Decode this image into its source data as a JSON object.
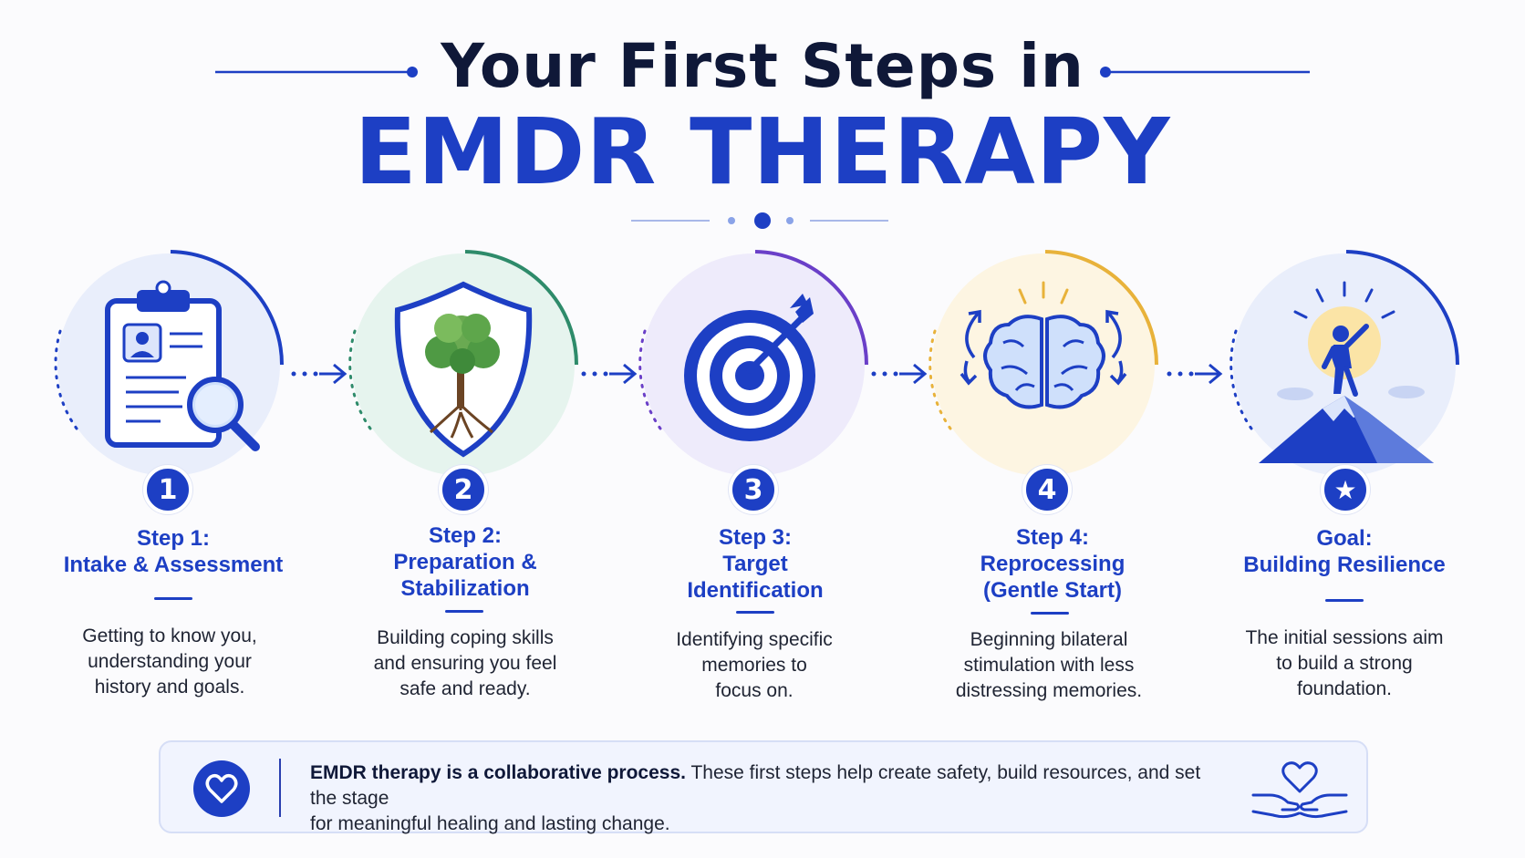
{
  "header": {
    "title_line1": "Your First Steps in",
    "title_line2": "EMDR THERAPY"
  },
  "colors": {
    "primary_blue": "#1d3fc4",
    "dark_navy": "#0f1838",
    "green_accent": "#2e8b6a",
    "purple_accent": "#6a3fc8",
    "yellow_accent": "#e8b23a"
  },
  "steps": [
    {
      "number": "1",
      "title_lines": [
        "Step 1:",
        "Intake & Assessment"
      ],
      "desc_lines": [
        "Getting to know you,",
        "understanding your",
        "history and goals."
      ],
      "icon": "clipboard-magnifier-icon"
    },
    {
      "number": "2",
      "title_lines": [
        "Step 2:",
        "Preparation &",
        "Stabilization"
      ],
      "desc_lines": [
        "Building coping skills",
        "and ensuring you feel",
        "safe and ready."
      ],
      "icon": "shield-tree-icon"
    },
    {
      "number": "3",
      "title_lines": [
        "Step 3:",
        "Target",
        "Identification"
      ],
      "desc_lines": [
        "Identifying specific",
        "memories to",
        "focus on."
      ],
      "icon": "target-arrow-icon"
    },
    {
      "number": "4",
      "title_lines": [
        "Step 4:",
        "Reprocessing",
        "(Gentle Start)"
      ],
      "desc_lines": [
        "Beginning bilateral",
        "stimulation with less",
        "distressing memories."
      ],
      "icon": "brain-arrows-icon"
    },
    {
      "number": "★",
      "title_lines": [
        "Goal:",
        "Building Resilience"
      ],
      "desc_lines": [
        "The initial sessions aim",
        "to build a strong",
        "foundation."
      ],
      "icon": "mountain-summit-icon"
    }
  ],
  "footer": {
    "bold_text": "EMDR therapy is a collaborative process.",
    "line1_rest": " These first steps help create safety, build resources, and set the stage",
    "line2": "for meaningful healing and lasting change.",
    "left_icon": "heart-icon",
    "right_icon": "hands-heart-icon"
  }
}
